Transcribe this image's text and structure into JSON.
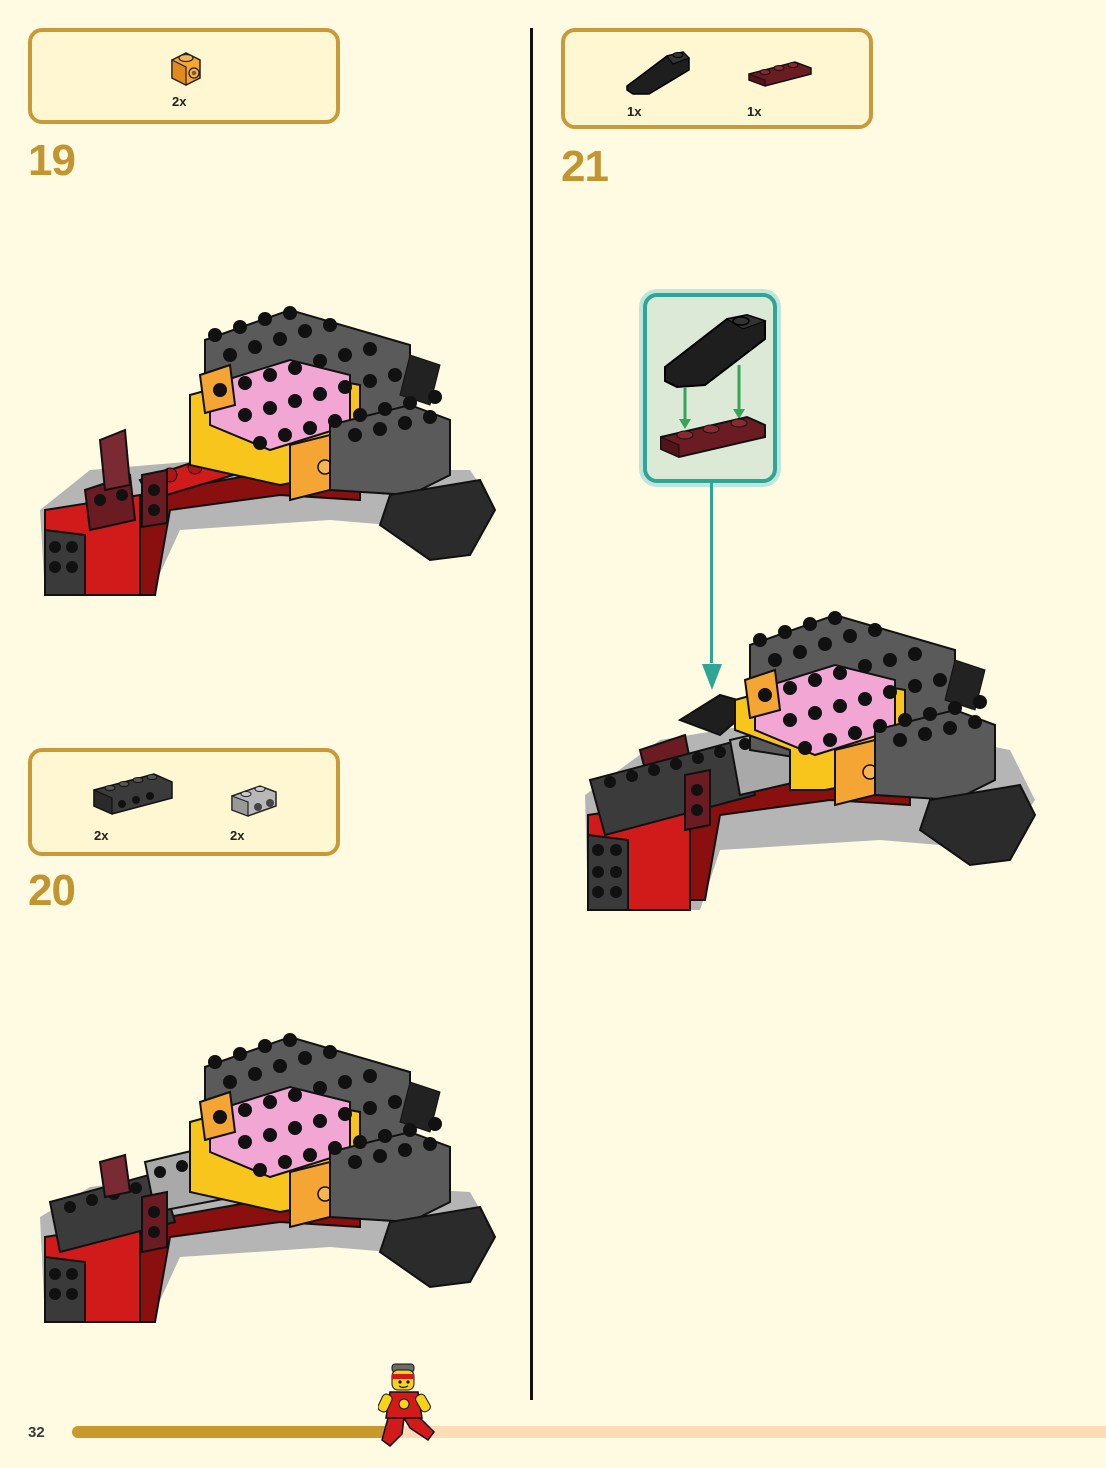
{
  "page": {
    "number": "32"
  },
  "progress": {
    "fraction": 0.31
  },
  "steps": [
    {
      "number": "19",
      "parts": [
        {
          "qty": "2x",
          "icon": "orange-1x1-brick-with-side-stud-icon",
          "color": "#f5a534"
        }
      ]
    },
    {
      "number": "20",
      "parts": [
        {
          "qty": "2x",
          "icon": "dark-gray-1x4-technic-brick-icon",
          "color": "#3b3b3b"
        },
        {
          "qty": "2x",
          "icon": "light-gray-1x2-technic-brick-icon",
          "color": "#a9a9a9"
        }
      ]
    },
    {
      "number": "21",
      "parts": [
        {
          "qty": "1x",
          "icon": "black-slope-curved-icon",
          "color": "#1e1e1e"
        },
        {
          "qty": "1x",
          "icon": "dark-red-1x3-plate-icon",
          "color": "#6b1c22"
        }
      ]
    }
  ],
  "colors": {
    "accent_gold": "#c29531",
    "callout_teal": "#2fa595",
    "background": "#fffbe3"
  }
}
